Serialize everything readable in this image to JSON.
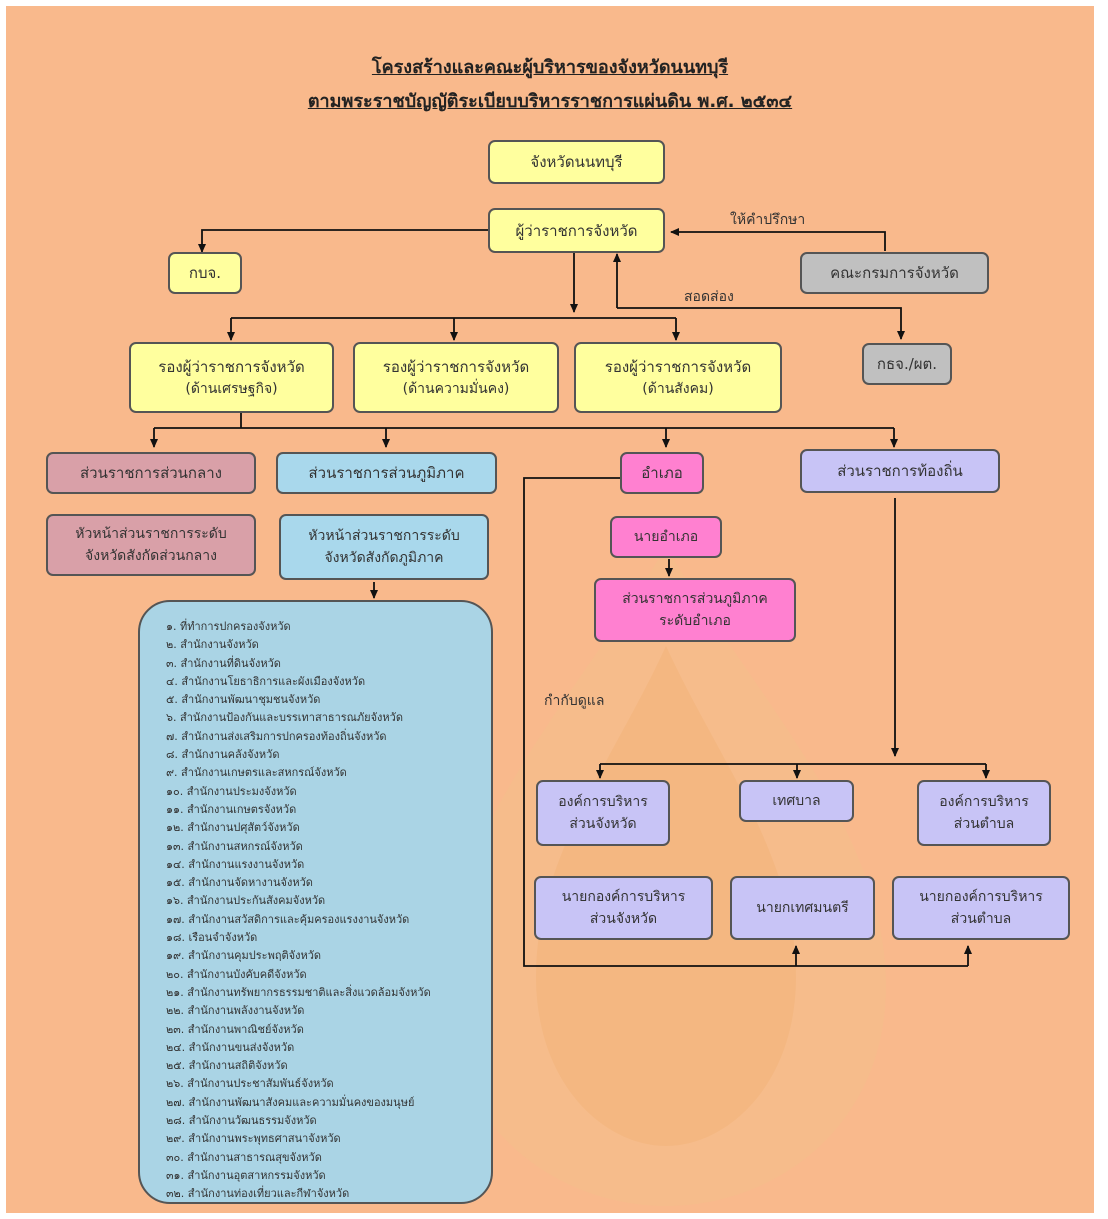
{
  "title": {
    "line1": "โครงสร้างและคณะผู้บริหารของจังหวัดนนทบุรี",
    "line2": "ตามพระราชบัญญัติระเบียบบริหารราชการแผ่นดิน พ.ศ. ๒๕๓๔"
  },
  "nodes": {
    "province": "จังหวัดนนทบุรี",
    "governor": "ผู้ว่าราชการจังหวัด",
    "kbj": "กบจ.",
    "committee": "คณะกรมการจังหวัด",
    "kosj": "กธจ./ผต.",
    "deputy_econ": {
      "line1": "รองผู้ว่าราชการจังหวัด",
      "line2": "(ด้านเศรษฐกิจ)"
    },
    "deputy_security": {
      "line1": "รองผู้ว่าราชการจังหวัด",
      "line2": "(ด้านความมั่นคง)"
    },
    "deputy_social": {
      "line1": "รองผู้ว่าราชการจังหวัด",
      "line2": "(ด้านสังคม)"
    },
    "central_admin": "ส่วนราชการส่วนกลาง",
    "regional_admin": "ส่วนราชการส่วนภูมิภาค",
    "district": "อำเภอ",
    "local_admin": "ส่วนราชการท้องถิ่น",
    "central_heads": {
      "line1": "หัวหน้าส่วนราชการระดับ",
      "line2": "จังหวัดสังกัดส่วนกลาง"
    },
    "regional_heads": {
      "line1": "หัวหน้าส่วนราชการระดับ",
      "line2": "จังหวัดสังกัดภูมิภาค"
    },
    "district_chief": "นายอำเภอ",
    "district_agencies": {
      "line1": "ส่วนราชการส่วนภูมิภาค",
      "line2": "ระดับอำเภอ"
    },
    "pao": {
      "line1": "องค์การบริหาร",
      "line2": "ส่วนจังหวัด"
    },
    "municipality": "เทศบาล",
    "tao": {
      "line1": "องค์การบริหาร",
      "line2": "ส่วนตำบล"
    },
    "pao_chief": {
      "line1": "นายกองค์การบริหาร",
      "line2": "ส่วนจังหวัด"
    },
    "mayor": "นายกเทศมนตรี",
    "tao_chief": {
      "line1": "นายกองค์การบริหาร",
      "line2": "ส่วนตำบล"
    }
  },
  "labels": {
    "advise": "ให้คำปรึกษา",
    "inspect": "สอดส่อง",
    "supervise": "กำกับดูแล"
  },
  "regional_units": [
    "๑. ที่ทำการปกครองจังหวัด",
    "๒. สำนักงานจังหวัด",
    "๓. สำนักงานที่ดินจังหวัด",
    "๔. สำนักงานโยธาธิการและผังเมืองจังหวัด",
    "๕. สำนักงานพัฒนาชุมชนจังหวัด",
    "๖. สำนักงานป้องกันและบรรเทาสาธารณภัยจังหวัด",
    "๗. สำนักงานส่งเสริมการปกครองท้องถิ่นจังหวัด",
    "๘. สำนักงานคลังจังหวัด",
    "๙. สำนักงานเกษตรและสหกรณ์จังหวัด",
    "๑๐. สำนักงานประมงจังหวัด",
    "๑๑. สำนักงานเกษตรจังหวัด",
    "๑๒. สำนักงานปศุสัตว์จังหวัด",
    "๑๓. สำนักงานสหกรณ์จังหวัด",
    "๑๔. สำนักงานแรงงานจังหวัด",
    "๑๕. สำนักงานจัดหางานจังหวัด",
    "๑๖. สำนักงานประกันสังคมจังหวัด",
    "๑๗. สำนักงานสวัสดิการและคุ้มครองแรงงานจังหวัด",
    "๑๘. เรือนจำจังหวัด",
    "๑๙. สำนักงานคุมประพฤติจังหวัด",
    "๒๐. สำนักงานบังคับคดีจังหวัด",
    "๒๑. สำนักงานทรัพยากรธรรมชาติและสิ่งแวดล้อมจังหวัด",
    "๒๒. สำนักงานพลังงานจังหวัด",
    "๒๓. สำนักงานพาณิชย์จังหวัด",
    "๒๔. สำนักงานขนส่งจังหวัด",
    "๒๕. สำนักงานสถิติจังหวัด",
    "๒๖. สำนักงานประชาสัมพันธ์จังหวัด",
    "๒๗. สำนักงานพัฒนาสังคมและความมั่นคงของมนุษย์",
    "๒๘. สำนักงานวัฒนธรรมจังหวัด",
    "๒๙. สำนักงานพระพุทธศาสนาจังหวัด",
    "๓๐. สำนักงานสาธารณสุขจังหวัด",
    "๓๑. สำนักงานอุตสาหกรรมจังหวัด",
    "๓๒. สำนักงานท่องเที่ยวและกีฬาจังหวัด"
  ]
}
